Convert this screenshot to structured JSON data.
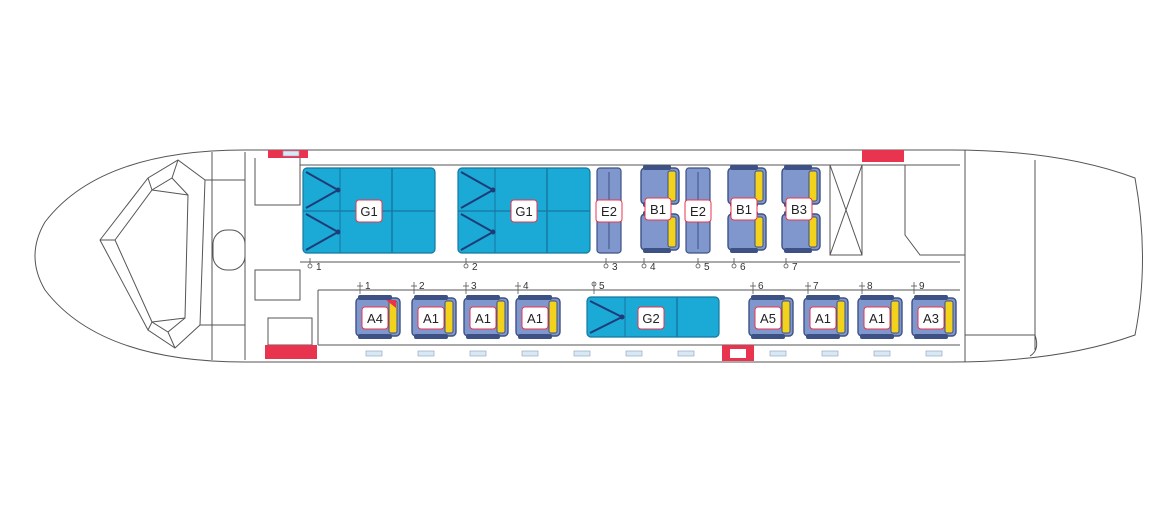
{
  "seat_labels": {
    "g1_front": "G1",
    "g1_rear": "G1",
    "e2_a": "E2",
    "b1_a": "B1",
    "e2_b": "E2",
    "b1_b": "B1",
    "b3": "B3",
    "a4": "A4",
    "a1_a": "A1",
    "a1_b": "A1",
    "a1_c": "A1",
    "g2": "G2",
    "a5": "A5",
    "a1_d": "A1",
    "a1_e": "A1",
    "a3": "A3"
  },
  "upper_positions": [
    "1",
    "2",
    "3",
    "4",
    "5",
    "6",
    "7"
  ],
  "lower_positions": [
    "1",
    "2",
    "3",
    "4",
    "5",
    "6",
    "7",
    "8",
    "9"
  ],
  "colors": {
    "outline": "#555555",
    "bench": "#1BA9D6",
    "bench_dark": "#1478A0",
    "seat": "#7F97CC",
    "seat_dark": "#3E5185",
    "seat_accent": "#F2D21B",
    "door": "#E8344E",
    "window": "#D9E8F5"
  }
}
